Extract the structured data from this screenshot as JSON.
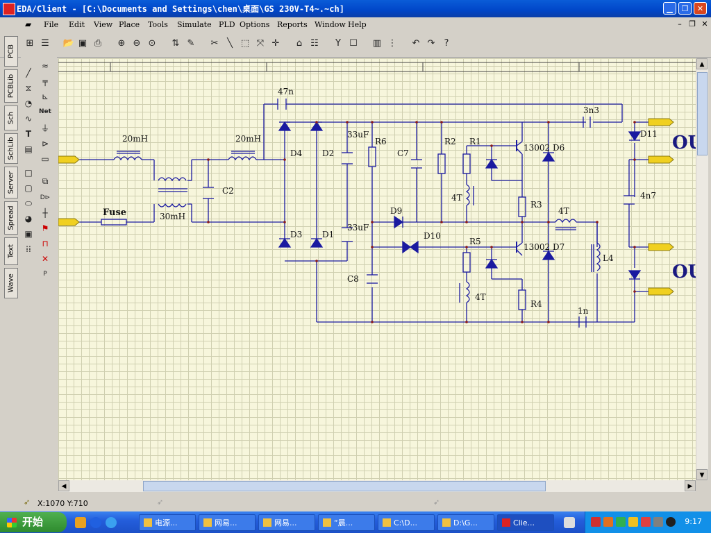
{
  "window": {
    "title": "EDA/Client - [C:\\Documents and Settings\\chen\\桌面\\GS 230V-T4~.~ch]"
  },
  "menu": [
    "File",
    "Edit",
    "View",
    "Place",
    "Tools",
    "Simulate",
    "PLD",
    "Options",
    "Reports",
    "Window",
    "Help"
  ],
  "left_tabs": [
    "PCB",
    "PCBLib",
    "Sch",
    "SchLib",
    "Server",
    "Spread",
    "Text",
    "Wave"
  ],
  "schematic": {
    "labels": {
      "l1": "20mH",
      "l2": "20mH",
      "l3": "30mH",
      "fuse": "Fuse",
      "c2": "C2",
      "c47n": "47n",
      "d4": "D4",
      "d2": "D2",
      "d3": "D3",
      "d1": "D1",
      "c33a": "33uF",
      "c33b": "33uF",
      "r6": "R6",
      "c7": "C7",
      "r2": "R2",
      "r1": "R1",
      "q1": "13002",
      "d6": "D6",
      "t1": "4T",
      "r3": "R3",
      "t2": "4T",
      "d9": "D9",
      "d10": "D10",
      "r5": "R5",
      "q2": "13002",
      "d7": "D7",
      "c8": "C8",
      "t3": "4T",
      "r4": "R4",
      "l4": "L4",
      "c1n": "1n",
      "c3n3": "3n3",
      "d11": "D11",
      "c4n7": "4n7",
      "out1": "OU",
      "out2": "OU"
    }
  },
  "status": {
    "coords": "X:1070 Y:710"
  },
  "taskbar": {
    "start": "开始",
    "tasks": [
      "电源...",
      "网易...",
      "网易...",
      "“晨...",
      "C:\\D...",
      "D:\\G...",
      "Clie..."
    ],
    "clock": "9:17"
  },
  "colors": {
    "wire": "#1a1aa0",
    "component": "#1a1aa0",
    "grid_bg": "#f7f6dc",
    "connector": "#f0d020"
  }
}
